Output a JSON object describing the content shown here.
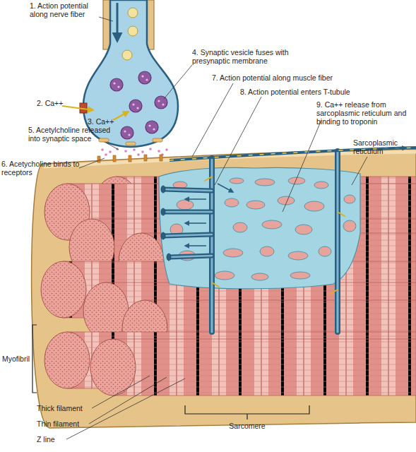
{
  "diagram": {
    "labels": [
      "1. Action potential along nerve fiber",
      "2. Ca++",
      "3. Ca++",
      "4. Synaptic vesicle fuses with presynaptic membrane",
      "5. Acetylcholine released into synaptic space",
      "6. Acetycholine binds to receptors",
      "7. Action potential along muscle fiber",
      "8. Action potential enters T-tubule",
      "9. Ca++ release from sarcoplasmic reticulum and binding to troponin",
      "Sarcoplasmic reticulum",
      "Myofibril",
      "Thick filament",
      "Thin filament",
      "Z line",
      "Sarcomere"
    ]
  }
}
